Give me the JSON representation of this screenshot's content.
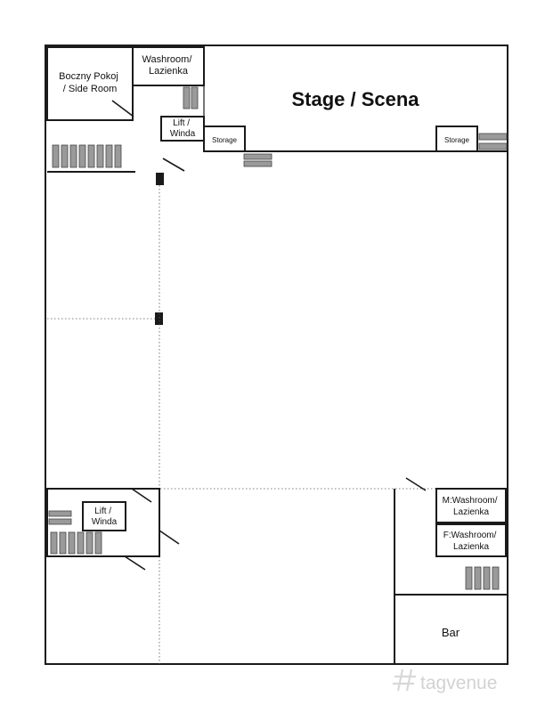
{
  "rooms": {
    "side_room": "Boczny Pokoj / Side Room",
    "washroom_top": "Washroom/ Lazienka",
    "stage": "Stage / Scena",
    "lift_top": "Lift / Winda",
    "storage_left": "Storage",
    "storage_right": "Storage",
    "lift_bottom": "Lift / Winda",
    "m_washroom": "M:Washroom/ Lazienka",
    "f_washroom": "F:Washroom/ Lazienka",
    "bar": "Bar"
  },
  "watermark": {
    "text": "tagvenue"
  }
}
